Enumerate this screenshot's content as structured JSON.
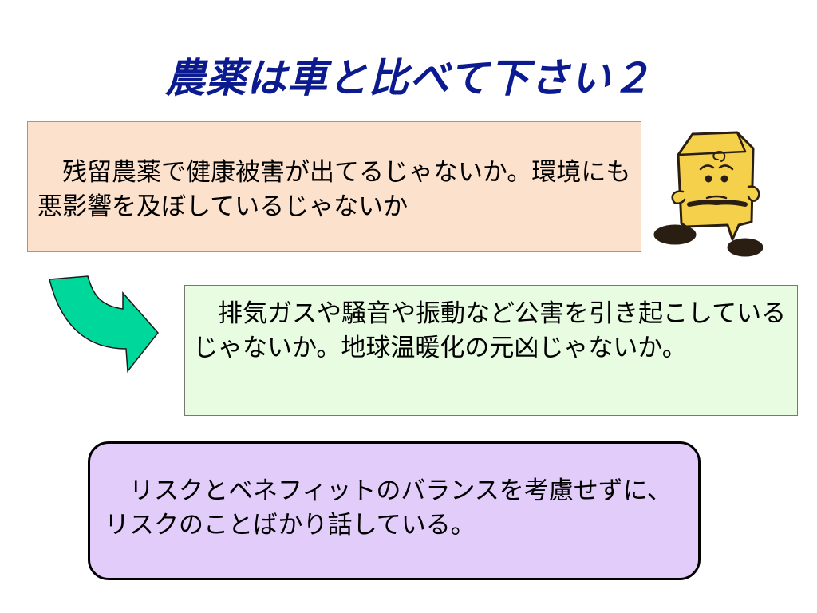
{
  "title": "農薬は車と比べて下さい２",
  "boxes": [
    {
      "text": "　残留農薬で健康被害が出てるじゃないか。環境にも悪影響を及ぼしているじゃないか",
      "bg": "#FCE1CC"
    },
    {
      "text": "　排気ガスや騒音や振動など公害を引き起こしているじゃないか。地球温暖化の元凶じゃないか。",
      "bg": "#E8FCE2"
    },
    {
      "text": "　リスクとベネフィットのバランスを考慮せずに、リスクのことばかり話している。",
      "bg": "#E2CCF9"
    }
  ],
  "colors": {
    "title": "#0B1B8F",
    "arrow": "#00D79B",
    "mascot_bag": "#F5D14B",
    "mascot_outline": "#2A1E12"
  },
  "icons": {
    "arrow": "curved-arrow-icon",
    "mascot": "pesticide-bag-mascot-icon"
  }
}
